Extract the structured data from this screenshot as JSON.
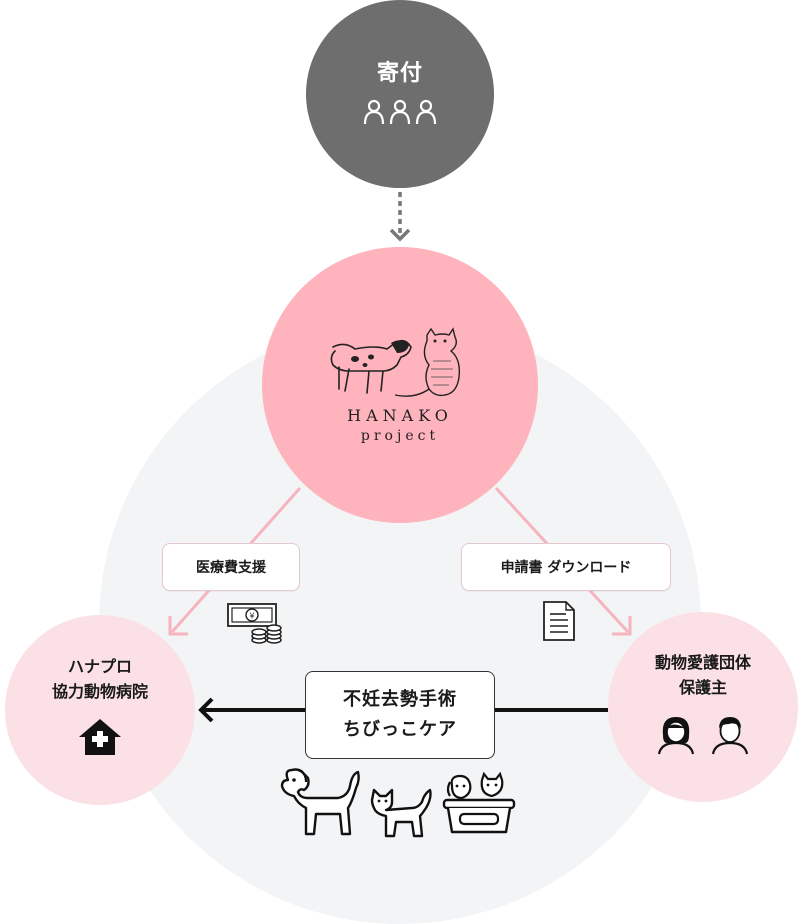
{
  "donation": {
    "title": "寄付",
    "icon": "person-outline-icon"
  },
  "hub": {
    "logo_line1": "HANAKO",
    "logo_line2": "project",
    "icon": "dog-and-cat-drawing"
  },
  "labels": {
    "medical_support": "医療費支援",
    "application_download": "申請書 ダウンロード"
  },
  "hospital": {
    "line1": "ハナプロ",
    "line2": "協力動物病院",
    "icon": "hospital-house-icon"
  },
  "org": {
    "line1": "動物愛護団体",
    "line2": "保護主",
    "icons": [
      "woman-icon",
      "man-icon"
    ]
  },
  "care": {
    "line1": "不妊去勢手術",
    "line2": "ちびっこケア"
  },
  "colors": {
    "donation": "#6e6e6e",
    "hub": "#ffb3bd",
    "side_nodes": "#fbe1e5",
    "connector": "#f7b4be",
    "background_circle": "#f2f4f6"
  }
}
